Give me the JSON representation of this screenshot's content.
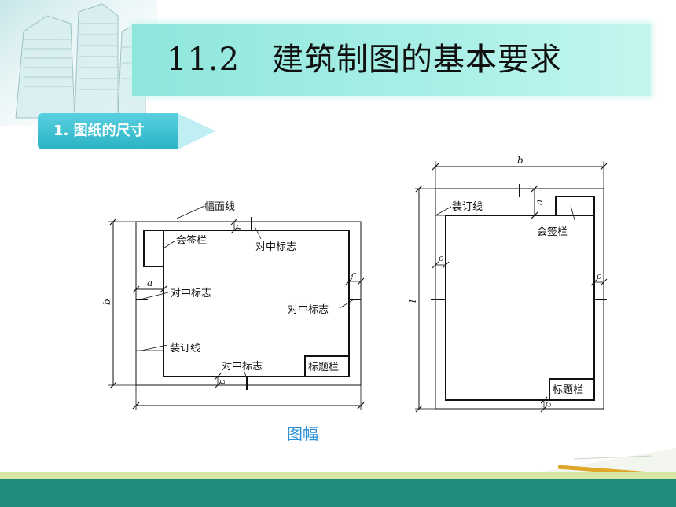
{
  "header": {
    "title": "11.2　建筑制图的基本要求",
    "subtitle": "1. 图纸的尺寸"
  },
  "figure_left": {
    "labels": {
      "border_line": "幅面线",
      "countersign_block": "会签栏",
      "center_mark_top": "对中标志",
      "center_mark_left": "对中标志",
      "center_mark_right": "对中标志",
      "center_mark_bottom": "对中标志",
      "binding_line": "装订线",
      "title_block": "标题栏",
      "dim_a": "a",
      "dim_b": "b",
      "dim_c_top": "c",
      "dim_c_right": "c",
      "dim_c_bottom": "c"
    }
  },
  "figure_right": {
    "labels": {
      "dim_b": "b",
      "dim_a": "a",
      "binding_line": "装订线",
      "countersign_block": "会签栏",
      "dim_c_left": "c",
      "dim_l": "l",
      "dim_c_right": "c",
      "title_block": "标题栏",
      "dim_c_bottom": "c"
    }
  },
  "caption": "图幅",
  "colors": {
    "title_bar": "#a6efe6",
    "subtitle_tab": "#2ab3c6",
    "caption": "#2a8fd6",
    "footer": "#1f8c7e"
  }
}
